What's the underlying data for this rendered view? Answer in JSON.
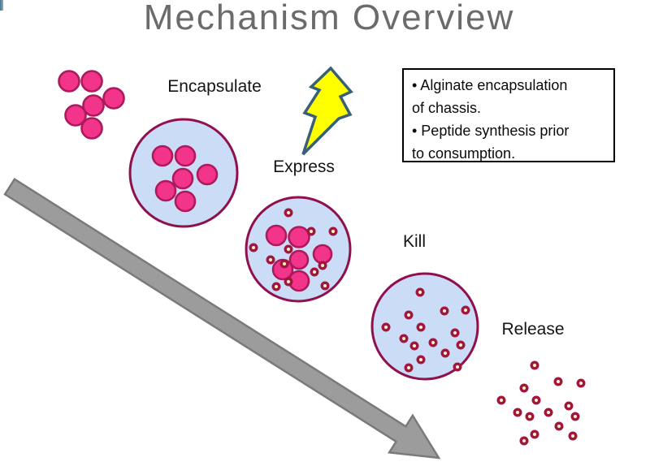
{
  "slide": {
    "title": "Mechanism Overview"
  },
  "diagram": {
    "free_cells_count": 6,
    "stages": [
      {
        "label": "Encapsulate",
        "cells": 6,
        "peptide_dots": 0
      },
      {
        "label": "Express",
        "cells": 6,
        "peptide_dots": 12
      },
      {
        "label": "Kill",
        "cells": 0,
        "peptide_dots": 15
      },
      {
        "label": "Release",
        "cells": 0,
        "peptide_dots": 15
      }
    ],
    "icons": [
      "lightning-icon",
      "process-flow-arrow-icon"
    ]
  },
  "note": {
    "lines": [
      "• Alginate encapsulation",
      "of chassis.",
      "• Peptide synthesis prior",
      "to consumption."
    ]
  },
  "colors": {
    "title_text": "#6B6B6B",
    "cell_fill": "#F2348A",
    "cell_border": "#AC1A5C",
    "vesicle_fill": "#CBDCF6",
    "vesicle_border": "#90104E",
    "peptide_dot_ring": "#A21441",
    "peptide_dot_center": "#FBF3B6",
    "bolt_fill": "#FFFF00",
    "bolt_border": "#3A6076",
    "arrow_fill": "#9C9C9C",
    "arrow_border": "#7A7A7A",
    "accent_bar": "#5D89A6"
  }
}
